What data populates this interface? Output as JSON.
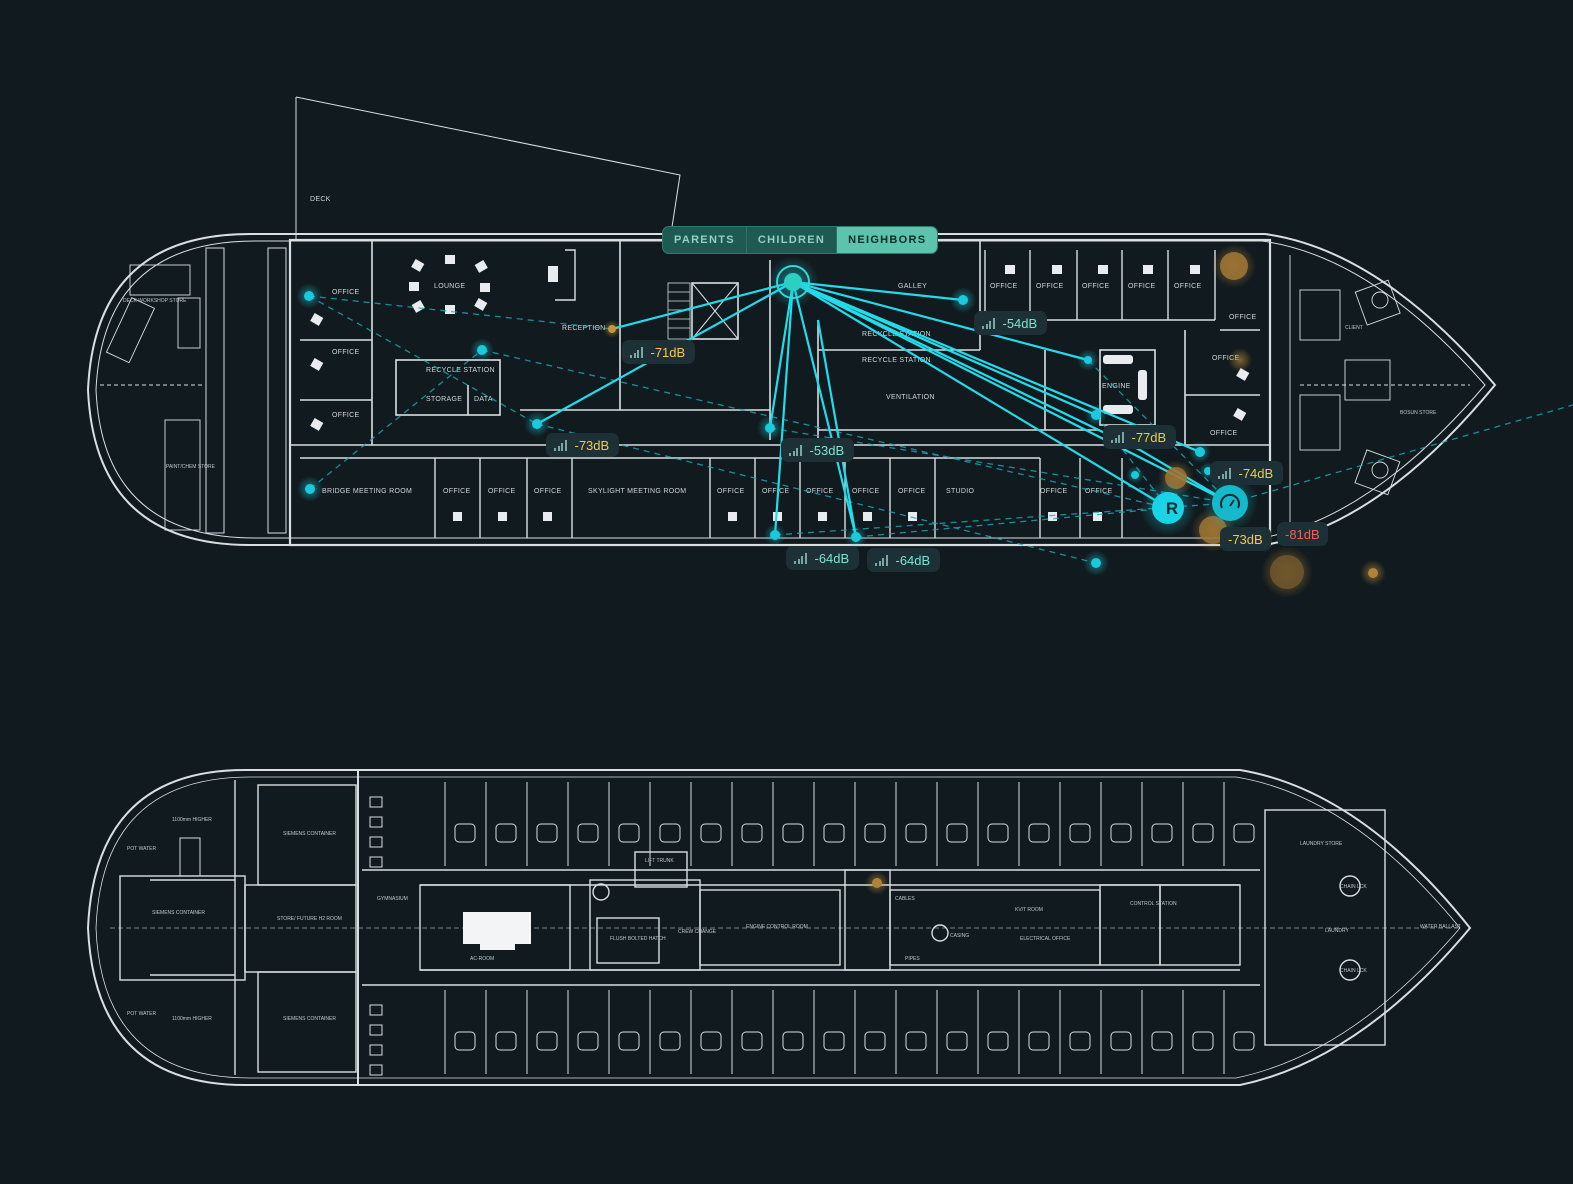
{
  "tabs": [
    {
      "label": "PARENTS",
      "active": false
    },
    {
      "label": "CHILDREN",
      "active": false
    },
    {
      "label": "NEIGHBORS",
      "active": true
    }
  ],
  "signals": [
    {
      "id": "s1",
      "value": "-54dB",
      "status": "good"
    },
    {
      "id": "s2",
      "value": "-71dB",
      "status": "warn"
    },
    {
      "id": "s3",
      "value": "-73dB",
      "status": "warn"
    },
    {
      "id": "s4",
      "value": "-53dB",
      "status": "good"
    },
    {
      "id": "s5",
      "value": "-77dB",
      "status": "warn"
    },
    {
      "id": "s6",
      "value": "-74dB",
      "status": "warn"
    },
    {
      "id": "s7",
      "value": "-73dB",
      "status": "warn"
    },
    {
      "id": "s8",
      "value": "-81dB",
      "status": "bad"
    },
    {
      "id": "s9",
      "value": "-64dB",
      "status": "good"
    },
    {
      "id": "s10",
      "value": "-64dB",
      "status": "good"
    }
  ],
  "root_node_label": "R",
  "upper_deck_rooms": {
    "deck": "DECK",
    "office": "OFFICE",
    "lounge": "LOUNGE",
    "reception": "RECEPTION",
    "recycle_station": "RECYCLE STATION",
    "storage": "STORAGE",
    "data": "DATA",
    "galley": "GALLEY",
    "ventilation": "VENTILATION",
    "engine": "ENGINE",
    "bridge_meeting_room": "BRIDGE MEETING ROOM",
    "skylight_meeting_room": "SKYLIGHT MEETING ROOM",
    "studio": "STUDIO",
    "deck_workshop_store": "DECK WORKSHOP STORE",
    "paint_chem_store": "PAINT/CHEM STORE",
    "bosun_store": "BOSUN STORE",
    "client": "CLIENT"
  },
  "lower_deck_rooms": {
    "higher_1100": "1100mm HIGHER",
    "pot_water": "POT WATER",
    "water_ballast": "WATER BALLAST",
    "siemens_container": "SIEMENS CONTAINER",
    "store_future": "STORE/ FUTURE H2 ROOM",
    "gymnasium": "GYMNASIUM",
    "ac_room": "AC-ROOM",
    "lift_trunk": "LIFT TRUNK",
    "flush_bolted_hatch": "FLUSH BOLTED HATCH",
    "crew_change": "CREW CHANGE",
    "engine_control_room": "ENGINE CONTROL ROOM",
    "casing": "CASING",
    "kv_room": "KV/T ROOM",
    "electrical_office": "ELECTRICAL OFFICE",
    "control_station": "CONTROL STATION",
    "laundry_store": "LAUNDRY STORE",
    "laundry": "LAUNDRY",
    "chain_lck": "CHAIN LCK",
    "pipes": "PIPES",
    "cables": "CABLES"
  },
  "colors": {
    "background": "#111a1e",
    "plan_lines": "#d9dfe1",
    "link": "#1fd6e6",
    "node": "#19c9dc",
    "warn_node": "#b8893e",
    "tab_bg": "#1f5a52",
    "tab_active": "#5cc4ad"
  },
  "icons": {
    "router": "router-icon",
    "gauge": "gauge-icon",
    "sensor": "sensor-icon",
    "signal": "signal-bars-icon"
  }
}
